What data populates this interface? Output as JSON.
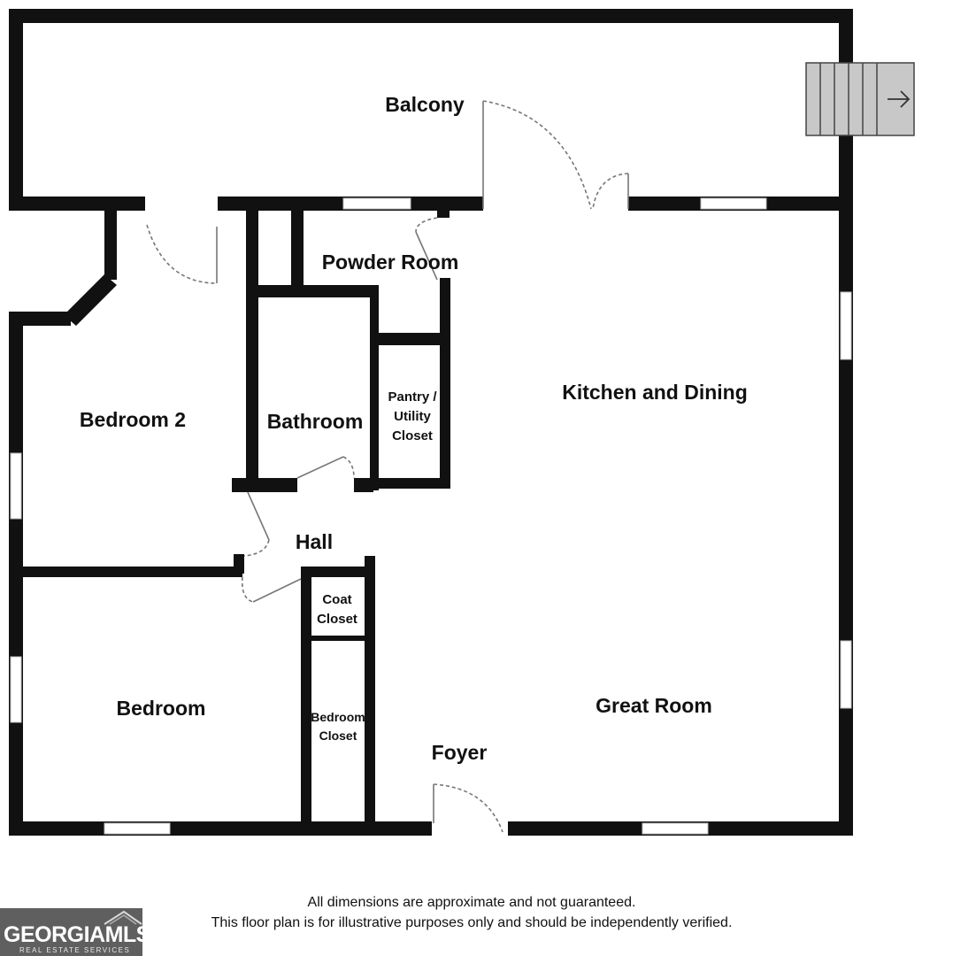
{
  "rooms": {
    "balcony": "Balcony",
    "powder_room": "Powder Room",
    "kitchen_dining": "Kitchen and Dining",
    "bedroom_2": "Bedroom 2",
    "bathroom": "Bathroom",
    "pantry_line1": "Pantry /",
    "pantry_line2": "Utility",
    "pantry_line3": "Closet",
    "hall": "Hall",
    "coat_line1": "Coat",
    "coat_line2": "Closet",
    "bedroom": "Bedroom",
    "bedroom_closet_line1": "Bedroom",
    "bedroom_closet_line2": "Closet",
    "great_room": "Great Room",
    "foyer": "Foyer"
  },
  "disclaimer": {
    "line1": "All dimensions are approximate and not guaranteed.",
    "line2": "This floor plan is for illustrative purposes only and should be independently verified."
  },
  "logo": {
    "main": "GEORGIAMLS",
    "sub": "REAL ESTATE SERVICES"
  },
  "colors": {
    "wall": "#111111",
    "stair": "#c8c8c8",
    "logo_bg": "#5f5f5f"
  }
}
